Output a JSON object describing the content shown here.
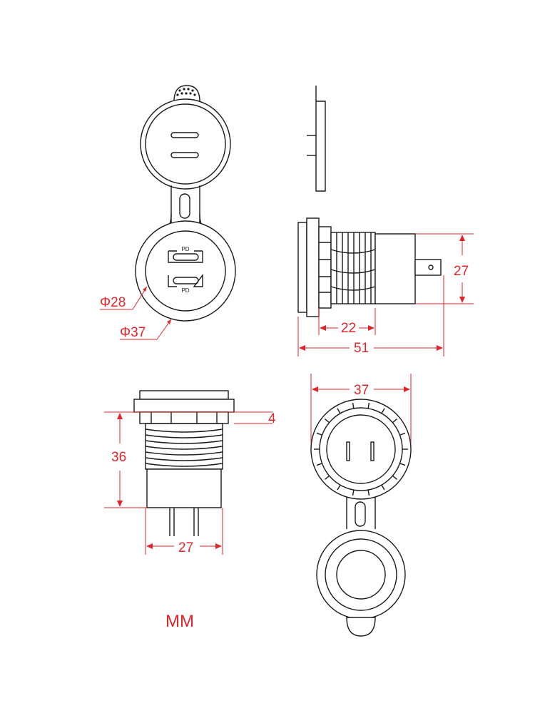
{
  "port_labels": [
    "PD",
    "PD"
  ],
  "dimensions": {
    "phi28": "Φ28",
    "phi37": "Φ37",
    "depth_22": "22",
    "length_51": "51",
    "height_27": "27",
    "flange_4": "4",
    "height_36": "36",
    "width_27": "27",
    "diameter_37": "37"
  },
  "unit": "MM",
  "colors": {
    "line": "#1a1a1a",
    "dimension": "#e0262b"
  }
}
